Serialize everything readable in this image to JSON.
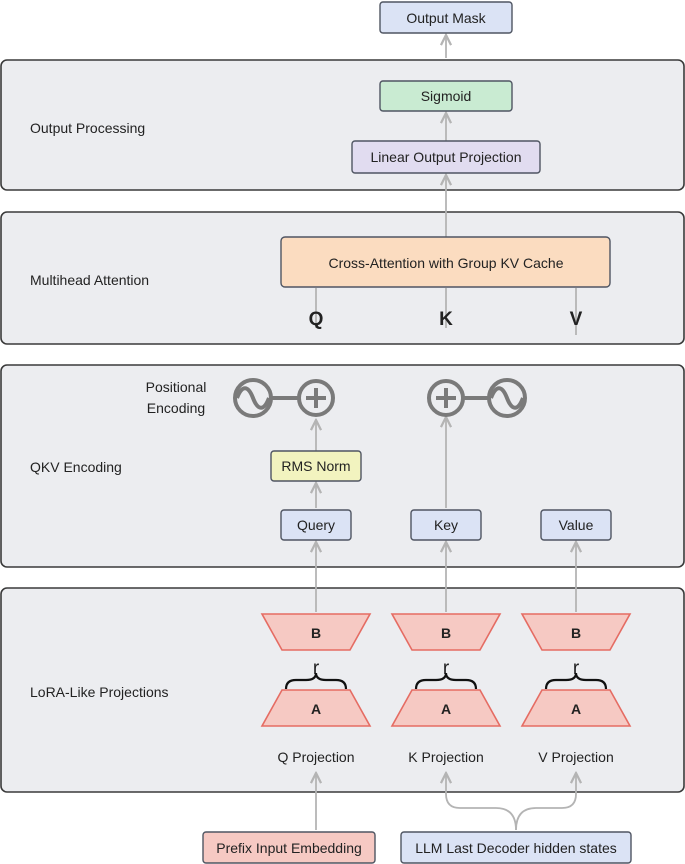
{
  "panels": {
    "output_processing": "Output Processing",
    "multihead_attention": "Multihead Attention",
    "qkv_encoding": "QKV Encoding",
    "lora_projections": "LoRA-Like Projections"
  },
  "nodes": {
    "output_mask": "Output Mask",
    "sigmoid": "Sigmoid",
    "linear_output_projection": "Linear Output Projection",
    "cross_attention": "Cross-Attention with Group KV Cache",
    "rms_norm": "RMS Norm",
    "query": "Query",
    "key": "Key",
    "value": "Value",
    "prefix_input_embedding": "Prefix Input Embedding",
    "llm_hidden_states": "LLM Last Decoder hidden states"
  },
  "qkv_letters": {
    "q": "Q",
    "k": "K",
    "v": "V"
  },
  "positional_encoding": {
    "line1": "Positional",
    "line2": "Encoding"
  },
  "lora": {
    "b_label": "B",
    "a_label": "A",
    "rank_label": "r",
    "q_projection": "Q Projection",
    "k_projection": "K Projection",
    "v_projection": "V Projection"
  },
  "colors": {
    "panel_fill": "#ecedf0",
    "blue_node": "#dbe3f5",
    "green_node": "#c9ebd2",
    "purple_node": "#e1dcf0",
    "orange_node": "#fbdcc0",
    "yellow_node": "#f2f3bf",
    "red_node": "#f6c9c3",
    "arrow": "#b4b4b4"
  }
}
